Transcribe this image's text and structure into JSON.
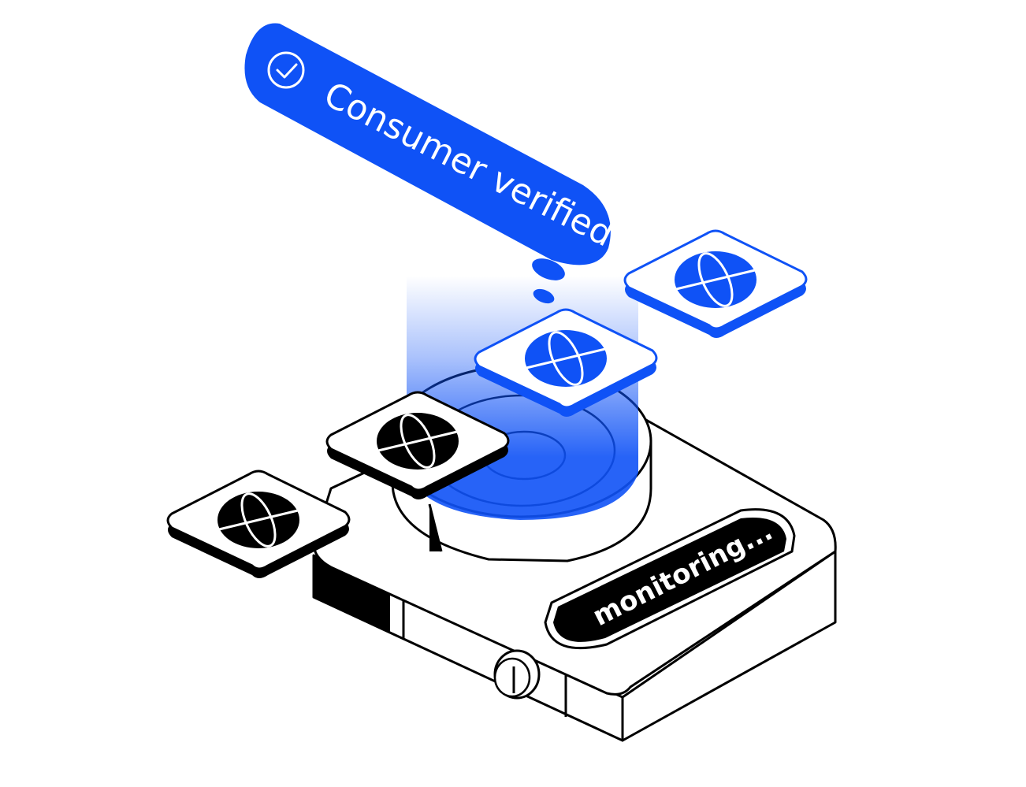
{
  "bubble": {
    "label": "Consumer verified",
    "icon": "check-circle-icon"
  },
  "device": {
    "screen_text": "monitoring..."
  },
  "tiles": [
    {
      "icon": "globe-icon",
      "state": "pending"
    },
    {
      "icon": "globe-icon",
      "state": "pending"
    },
    {
      "icon": "globe-icon",
      "state": "scanning"
    },
    {
      "icon": "globe-icon",
      "state": "verified"
    }
  ],
  "colors": {
    "accent": "#0F52F6",
    "ink": "#000000",
    "background": "#FFFFFF"
  }
}
